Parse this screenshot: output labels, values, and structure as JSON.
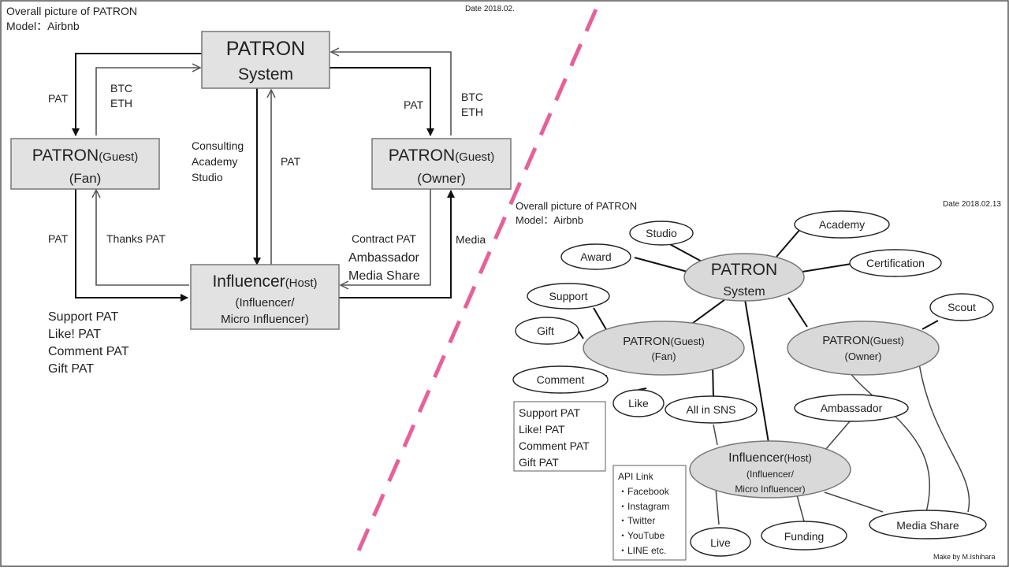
{
  "left": {
    "header": {
      "title": "Overall picture of PATRON",
      "model": "Model：Airbnb",
      "date": "Date 2018.02."
    },
    "system": {
      "line1": "PATRON",
      "line2": "System"
    },
    "guest_fan": {
      "title": "PATRON",
      "role": "(Guest)",
      "sub": "(Fan)"
    },
    "guest_owner": {
      "title": "PATRON",
      "role": "(Guest)",
      "sub": "(Owner)"
    },
    "influencer": {
      "title": "Influencer",
      "role": "(Host)",
      "sub1": "(Influencer/",
      "sub2": "Micro Influencer)"
    },
    "labels": {
      "pat_left_top": "PAT",
      "btc_left": "BTC",
      "eth_left": "ETH",
      "pat_right_top": "PAT",
      "btc_right": "BTC",
      "eth_right": "ETH",
      "consulting": "Consulting",
      "academy": "Academy",
      "studio": "Studio",
      "pat_center": "PAT",
      "pat_left_bottom": "PAT",
      "thanks_pat": "Thanks PAT",
      "contract_pat": "Contract PAT",
      "ambassador": "Ambassador",
      "media_share": "Media Share",
      "media": "Media"
    },
    "support_list": [
      "Support PAT",
      "Like! PAT",
      "Comment PAT",
      "Gift PAT"
    ]
  },
  "right": {
    "header": {
      "title": "Overall picture of PATRON",
      "model": "Model：Airbnb",
      "date": "Date 2018.02.13"
    },
    "system": {
      "line1": "PATRON",
      "line2": "System"
    },
    "guest_fan": {
      "title": "PATRON",
      "role": "(Guest)",
      "sub": "(Fan)"
    },
    "guest_owner": {
      "title": "PATRON",
      "role": "(Guest)",
      "sub": "(Owner)"
    },
    "influencer": {
      "title": "Influencer",
      "role": "(Host)",
      "sub1": "(Influencer/",
      "sub2": "Micro Influencer)"
    },
    "nodes": {
      "studio": "Studio",
      "academy": "Academy",
      "award": "Award",
      "certification": "Certification",
      "support": "Support",
      "scout": "Scout",
      "gift": "Gift",
      "comment": "Comment",
      "like": "Like",
      "all_in_sns": "All in SNS",
      "ambassador": "Ambassador",
      "live": "Live",
      "funding": "Funding",
      "media_share": "Media Share"
    },
    "support_list": [
      "Support PAT",
      "Like! PAT",
      "Comment PAT",
      "Gift PAT"
    ],
    "api": {
      "title": "API Link",
      "items": [
        "・Facebook",
        "・Instagram",
        "・Twitter",
        "・YouTube",
        "・LINE etc."
      ]
    },
    "credit": "Make by M.Ishihara"
  },
  "colors": {
    "divider": "#e8609a",
    "box_fill": "#e2e2e2",
    "ellipse_fill": "#d9d9d9",
    "line": "#111111"
  }
}
